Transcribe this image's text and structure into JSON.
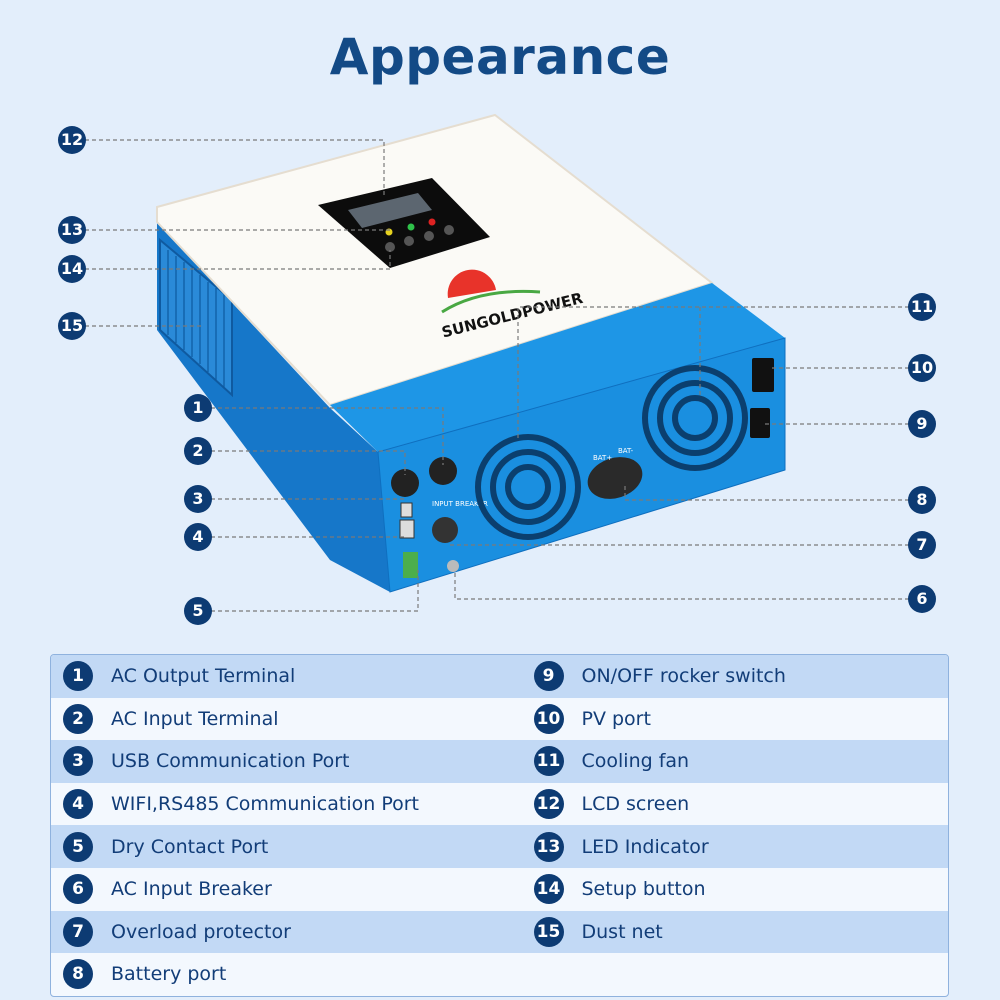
{
  "title": "Appearance",
  "brand_logo": "SUNGOLDPOWER",
  "panel_labels": {
    "input_breaker": "INPUT BREAKER",
    "bat_pos": "BAT+",
    "bat_neg": "BAT-"
  },
  "colors": {
    "title": "#134a86",
    "marker": "#0d3b73",
    "device_blue": "#1a8fe0",
    "row_alt": "#c2d9f5",
    "background": "#e3eefb"
  },
  "callouts": [
    {
      "n": "1",
      "label": "AC Output Terminal"
    },
    {
      "n": "2",
      "label": "AC Input Terminal"
    },
    {
      "n": "3",
      "label": "USB Communication Port"
    },
    {
      "n": "4",
      "label": "WIFI,RS485 Communication Port"
    },
    {
      "n": "5",
      "label": "Dry Contact Port"
    },
    {
      "n": "6",
      "label": "AC Input Breaker"
    },
    {
      "n": "7",
      "label": "Overload protector"
    },
    {
      "n": "8",
      "label": "Battery port"
    },
    {
      "n": "9",
      "label": "ON/OFF rocker switch"
    },
    {
      "n": "10",
      "label": "PV port"
    },
    {
      "n": "11",
      "label": "Cooling fan"
    },
    {
      "n": "12",
      "label": "LCD screen"
    },
    {
      "n": "13",
      "label": "LED Indicator"
    },
    {
      "n": "14",
      "label": "Setup button"
    },
    {
      "n": "15",
      "label": "Dust net"
    }
  ]
}
